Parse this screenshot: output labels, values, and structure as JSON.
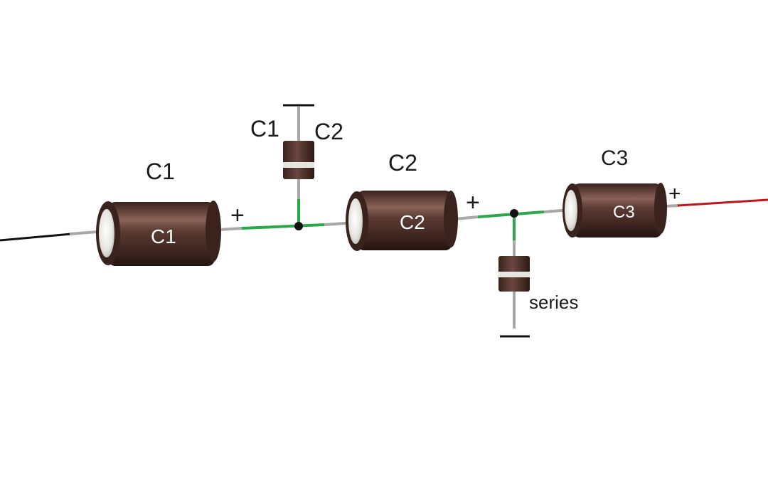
{
  "colors": {
    "background": "#ffffff",
    "capacitor_body": "#4a2c25",
    "capacitor_end": "#e9e9e4",
    "wire_negative": "#111111",
    "wire_positive": "#c0161b",
    "wire_junction": "#2aa84a",
    "lead": "#9a9a9a",
    "node": "#111111"
  },
  "main_capacitors": [
    {
      "label_above": "C1",
      "label_on_body": "C1",
      "polarity_mark": "+"
    },
    {
      "label_above": "C2",
      "label_on_body": "C2",
      "polarity_mark": "+"
    },
    {
      "label_above": "C3",
      "label_on_body": "C3",
      "polarity_mark": "+"
    }
  ],
  "branch_top": {
    "label_left": "C1",
    "label_right": "C2",
    "terminal_mark": "—"
  },
  "branch_bottom": {
    "label": "series",
    "terminal_mark": "—"
  }
}
